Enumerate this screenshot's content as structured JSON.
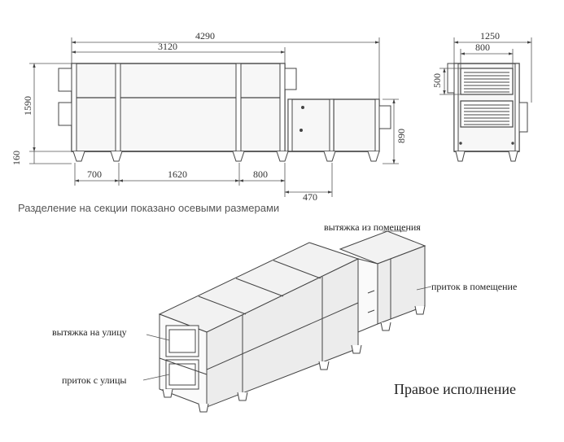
{
  "dimensions": {
    "overall_length": "4290",
    "main_length": "3120",
    "right_width": "1250",
    "right_inner_width": "800",
    "left_height": "1590",
    "feet_height": "160",
    "right_height": "890",
    "grille_height": "500",
    "sec_700": "700",
    "sec_1620": "1620",
    "sec_800": "800",
    "sec_470": "470"
  },
  "caption": "Разделение на секции показано осевыми размерами",
  "labels": {
    "exhaust_from_room": "вытяжка из помещения",
    "supply_to_room": "приток в помещение",
    "exhaust_outside": "вытяжка на улицу",
    "supply_from_street": "приток с улицы",
    "execution": "Правое исполнение"
  },
  "colors": {
    "line": "#444444",
    "fill": "#f4f4f4",
    "dark": "#222222"
  }
}
